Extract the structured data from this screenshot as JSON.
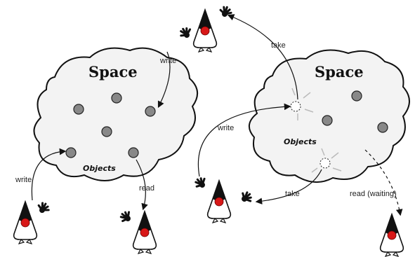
{
  "colors": {
    "duke_nose": "#d81818",
    "object_fill": "#888888",
    "cloud_fill": "#f3f3f3"
  },
  "left_space": {
    "title": "Space",
    "objects_label": "Objects"
  },
  "right_space": {
    "title": "Space",
    "objects_label": "Objects"
  },
  "operations": {
    "write_top": "write",
    "take_top": "take",
    "write_left": "write",
    "read_left": "read",
    "write_right": "write",
    "take_right": "take",
    "read_waiting": "read (waiting)"
  },
  "icons": [
    "duke-mascot-icon",
    "cloud-icon",
    "object-circle-icon"
  ]
}
